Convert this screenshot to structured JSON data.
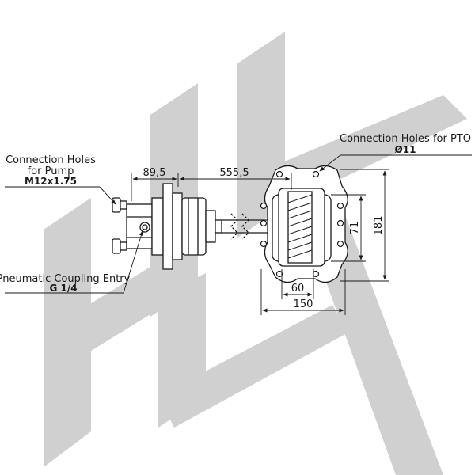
{
  "watermark": {
    "color": "#c8c8c8"
  },
  "labels": {
    "pump_holes": {
      "line1": "Connection Holes",
      "line2": "for Pump",
      "spec": "M12x1.75"
    },
    "pto_holes": {
      "line1": "Connection Holes for PTO",
      "spec": "Ø11"
    },
    "pneumatic": {
      "line1": "Pneumatic Coupling Entry",
      "spec": "G 1/4"
    }
  },
  "dimensions": {
    "pump_flange": "89,5",
    "shaft_length": "555,5",
    "inner_height": "71",
    "outer_height": "181",
    "inner_width": "60",
    "outer_width": "150"
  }
}
